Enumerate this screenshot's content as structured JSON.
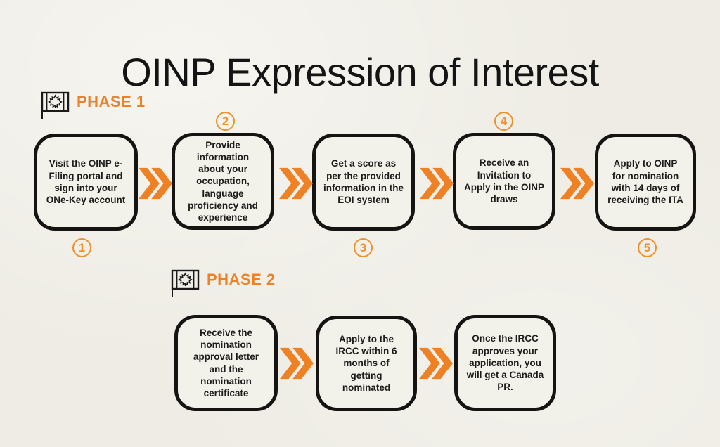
{
  "title": "OINP Expression of Interest",
  "colors": {
    "orange": "#EE8124",
    "number_orange": "#F0912F",
    "background": "#EEECE4",
    "box_fill": "#F2F1EA",
    "box_border": "#151412",
    "text": "#1D1C1A"
  },
  "phase1": {
    "label": "PHASE 1",
    "flag_icon": "canada-flag-icon",
    "steps": [
      {
        "number": "1",
        "number_position": "below",
        "text": "Visit the OINP e-Filing portal and sign into your ONe-Key account"
      },
      {
        "number": "2",
        "number_position": "above",
        "text": "Provide information about your occupation, language proficiency and experience"
      },
      {
        "number": "3",
        "number_position": "below",
        "text": "Get a score as per the provided information in the EOI system"
      },
      {
        "number": "4",
        "number_position": "above",
        "text": "Receive an Invitation to Apply in the OINP draws"
      },
      {
        "number": "5",
        "number_position": "below",
        "text": "Apply to OINP for nomination with 14 days of receiving the ITA"
      }
    ]
  },
  "phase2": {
    "label": "PHASE 2",
    "flag_icon": "canada-flag-icon",
    "steps": [
      {
        "text": "Receive the nomination approval letter and the nomination certificate"
      },
      {
        "text": "Apply to the IRCC within 6 months of getting nominated"
      },
      {
        "text": "Once the IRCC approves your application, you will get a Canada PR."
      }
    ]
  }
}
